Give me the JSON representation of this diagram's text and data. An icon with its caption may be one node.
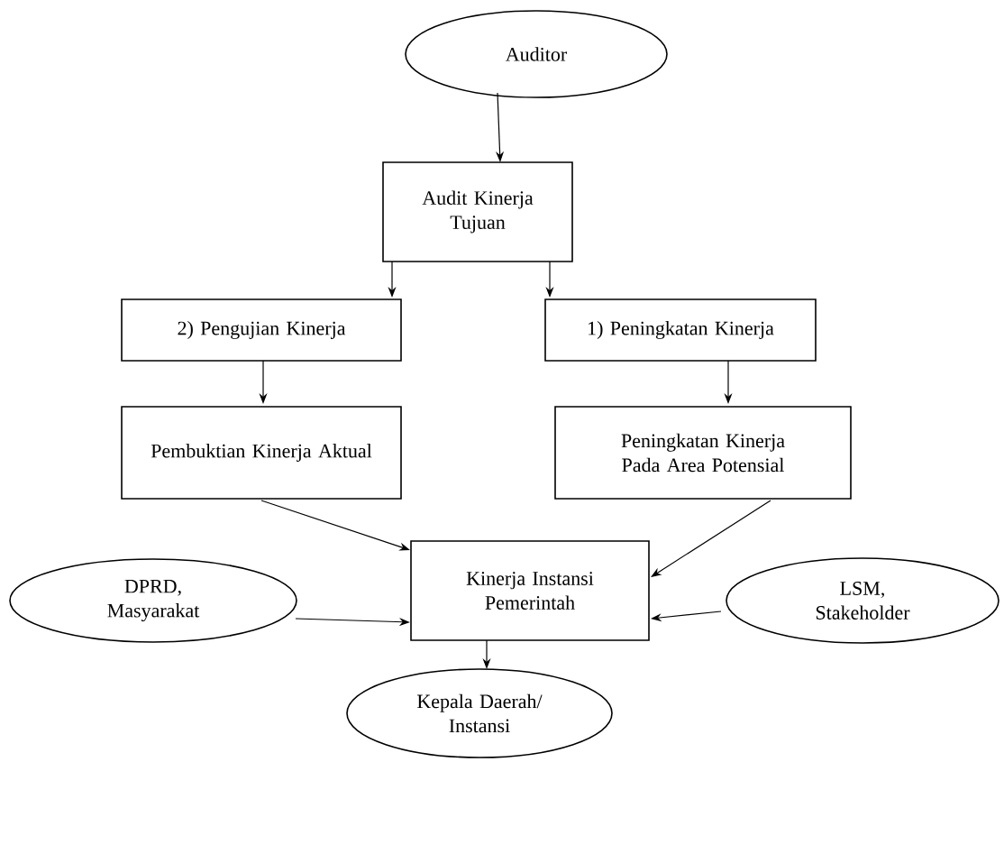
{
  "diagram": {
    "nodes": [
      {
        "text": [
          "Auditor"
        ]
      },
      {
        "text": [
          "Audit Kinerja Tujuan"
        ]
      },
      {
        "text": [
          "2) Pengujian Kinerja"
        ]
      },
      {
        "text": [
          "1) Peningkatan Kinerja"
        ]
      },
      {
        "text": [
          "Pembuktian Kinerja Aktual"
        ]
      },
      {
        "text": [
          "Peningkatan Kinerja Pada Area Potensial"
        ]
      },
      {
        "text": [
          "Kinerja Instansi Pemerintah"
        ]
      },
      {
        "text": [
          "DPRD, Masyarakat"
        ]
      },
      {
        "text": [
          "LSM, Stakeholder"
        ]
      },
      {
        "text": [
          "Kepala Daerah/ Instansi"
        ]
      }
    ],
    "edges": [
      {
        "from": 0,
        "to": 1,
        "arrow": "to"
      },
      {
        "from": 1,
        "to": 2,
        "arrow": "to"
      },
      {
        "from": 1,
        "to": 3,
        "arrow": "to"
      },
      {
        "from": 2,
        "to": 4,
        "arrow": "to"
      },
      {
        "from": 3,
        "to": 5,
        "arrow": "to"
      },
      {
        "from": 4,
        "to": 6,
        "arrow": "to"
      },
      {
        "from": 5,
        "to": 6,
        "arrow": "to"
      },
      {
        "from": 7,
        "to": 6,
        "arrow": "to"
      },
      {
        "from": 8,
        "to": 6,
        "arrow": "to"
      },
      {
        "from": 6,
        "to": 9,
        "arrow": "to"
      }
    ]
  }
}
